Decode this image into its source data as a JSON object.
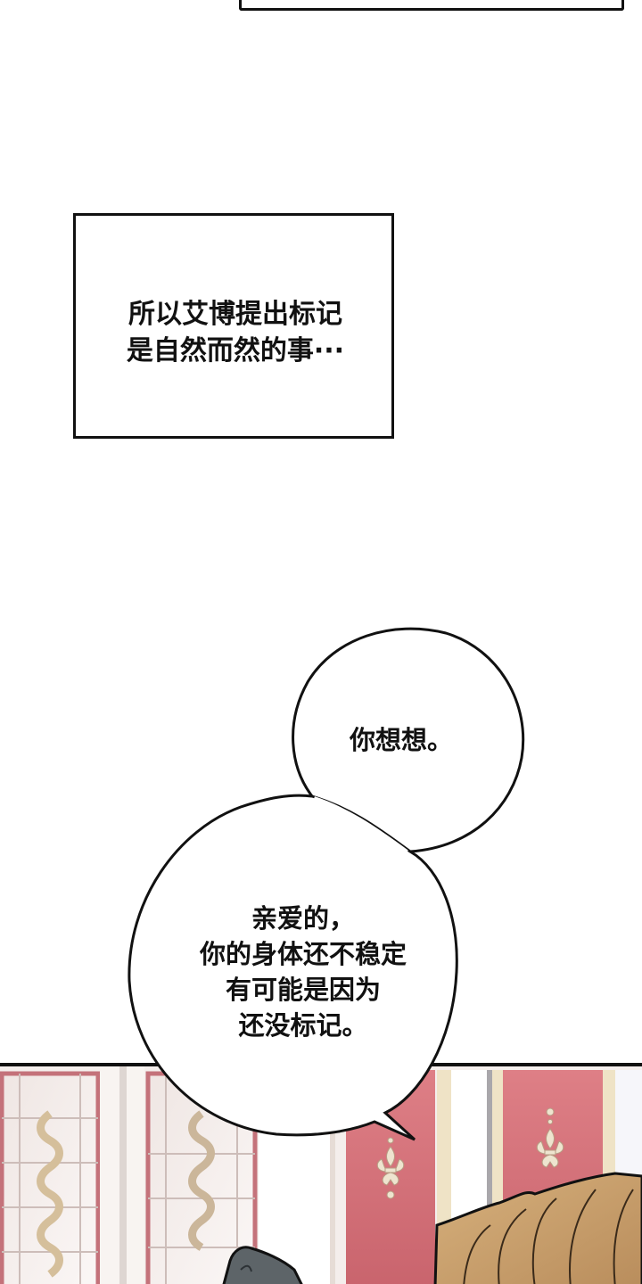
{
  "narration": {
    "lines": [
      "所以艾博提出标记",
      "是自然而然的事···"
    ]
  },
  "speech_bubbles": [
    {
      "id": "bubble-1",
      "lines": [
        "你想想。"
      ]
    },
    {
      "id": "bubble-2",
      "lines": [
        "亲爱的，",
        "你的身体还不稳定",
        "有可能是因为",
        "还没标记。"
      ]
    }
  ],
  "scene": {
    "description": "palace interior with stained-glass windows, pink wall panels with fleur-de-lis ornaments, two characters' heads (dark gray hair, blond hair)",
    "colors": {
      "wall_pink": "#d9737a",
      "window_glass": "#f1e9e7",
      "window_frame": "#c4727a",
      "ornament_gold": "#d8c3a0",
      "pillar_cream": "#efe3c6",
      "hair_blond": "#cfa976",
      "hair_dark": "#5d6468",
      "ink": "#111111"
    }
  }
}
